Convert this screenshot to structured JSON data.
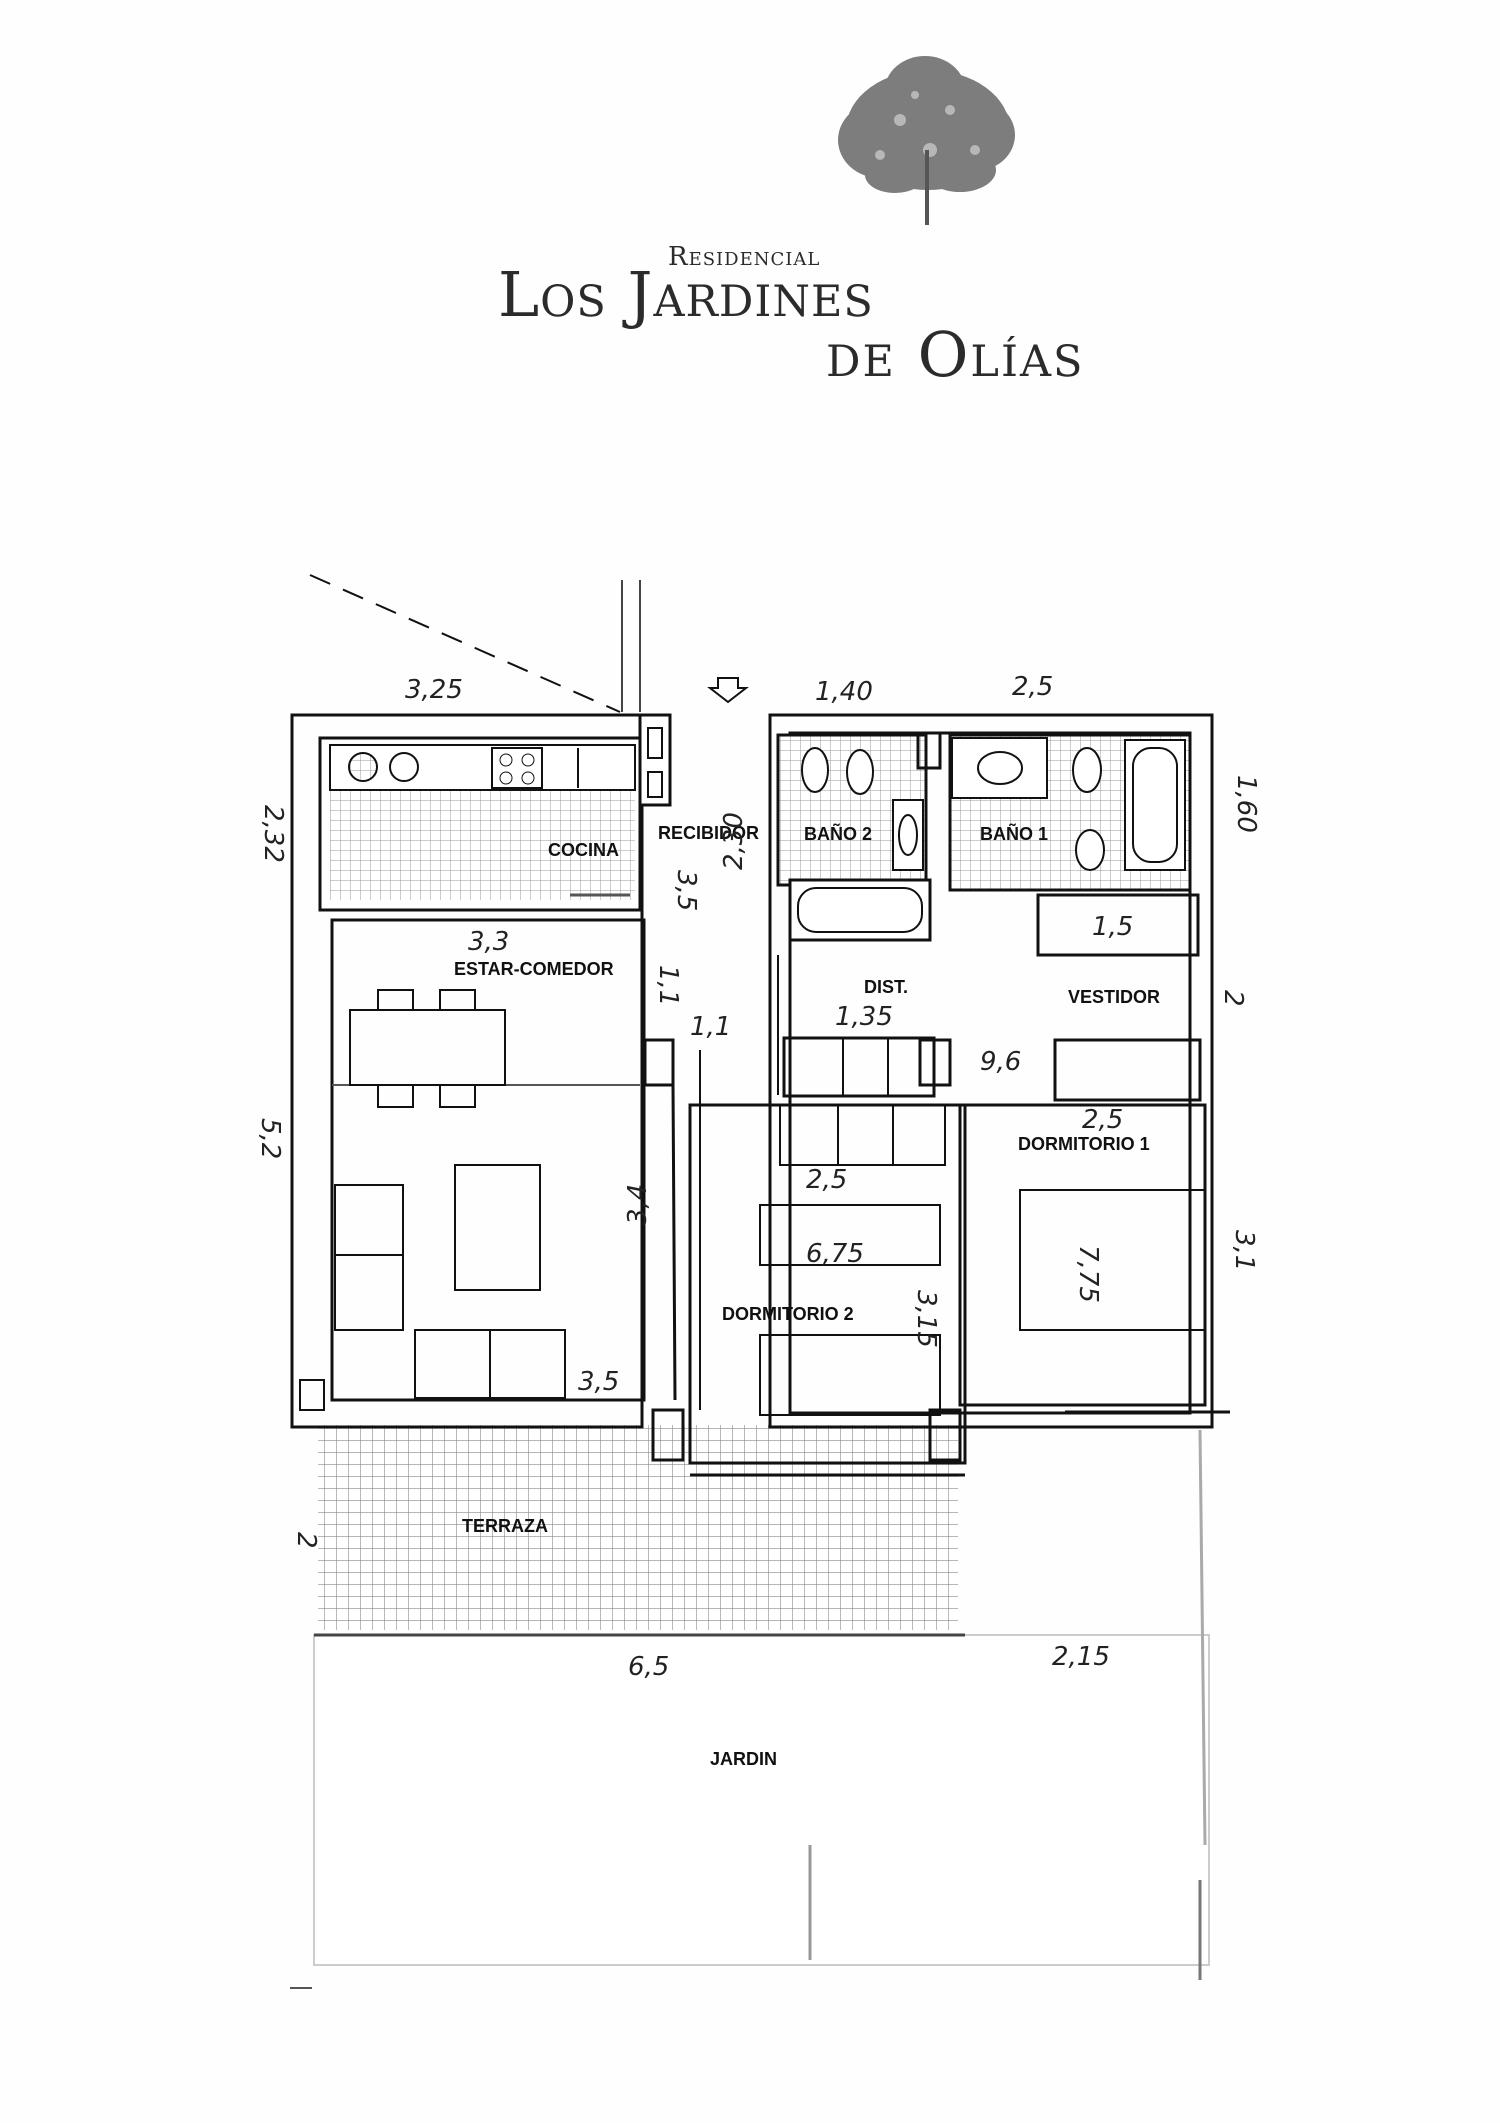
{
  "brand": {
    "line_small": "Residencial",
    "line_1": "Los Jardines",
    "line_2": "de Olías",
    "tree_icon": "tree-icon",
    "color": "#2b2b2b"
  },
  "rooms": {
    "cocina": "COCINA",
    "recibidor": "RECIBIDOR",
    "bano2": "BAÑO 2",
    "bano1": "BAÑO 1",
    "estar": "ESTAR-COMEDOR",
    "dist": "DIST.",
    "vestidor": "VESTIDOR",
    "dorm1": "DORMITORIO 1",
    "dorm2": "DORMITORIO 2",
    "terraza": "TERRAZA",
    "jardin": "JARDIN"
  },
  "annotations": {
    "top_325": "3,25",
    "top_140": "1,40",
    "top_25": "2,5",
    "left_232": "2,32",
    "left_52": "5,2",
    "right_160": "1,60",
    "right_2": "2",
    "right_31": "3,1",
    "estar_33": "3,3",
    "estar_35": "3,5",
    "recib_35": "3,5",
    "recib_230": "2,30",
    "recib_11": "1,1",
    "dist_11": "1,1",
    "dist_135": "1,35",
    "dist_96": "9,6",
    "vest_15": "1,5",
    "dorm1_25": "2,5",
    "dorm1_775": "7,75",
    "dorm2_25": "2,5",
    "dorm2_675": "6,75",
    "dorm2_315": "3,15",
    "wall_34": "3,4",
    "terraza_2": "2",
    "jardin_65": "6,5",
    "jardin_215": "2,15"
  },
  "colors": {
    "ink": "#111111",
    "hatch": "#9a9a9a",
    "paper": "#fefefe"
  }
}
